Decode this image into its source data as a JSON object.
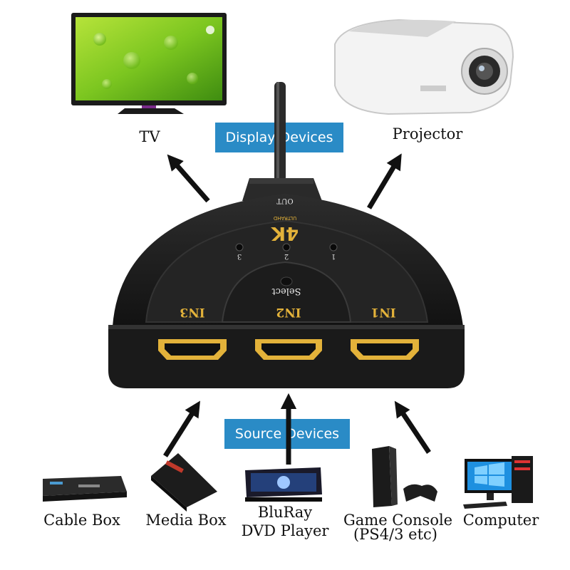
{
  "banners": {
    "display": "Display Devices",
    "source": "Source Devices"
  },
  "outputs": [
    {
      "label": "TV"
    },
    {
      "label": "Projector"
    }
  ],
  "sources": [
    {
      "label": "Cable Box"
    },
    {
      "label": "Media Box"
    },
    {
      "label_line1": "BluRay",
      "label_line2": "DVD Player"
    },
    {
      "label_line1": "Game Console",
      "label_line2": "(PS4/3 etc)"
    },
    {
      "label": "Computer"
    }
  ],
  "switch": {
    "out_label": "OUT",
    "brand_big": "4K",
    "brand_small": "ULTRAHD",
    "select_label": "Select",
    "led_labels": [
      "3",
      "2",
      "1"
    ],
    "port_labels": [
      "IN3",
      "IN2",
      "IN1"
    ]
  },
  "colors": {
    "banner": "#2a8bc6",
    "switch_body": "#1e1e1e",
    "gold_text": "#e3b23a",
    "arrow": "#111111"
  }
}
